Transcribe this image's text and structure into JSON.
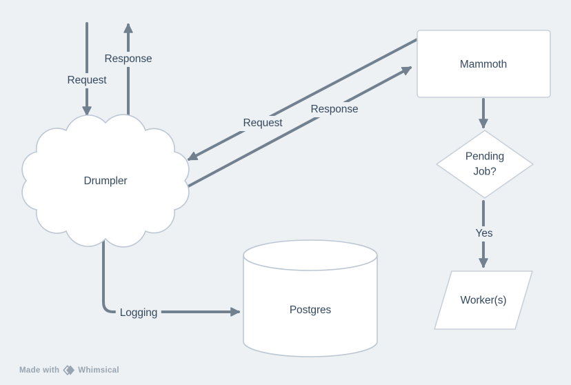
{
  "diagram": {
    "tool": "Whimsical",
    "colors": {
      "background": "#edf1f4",
      "connector": "#72818f",
      "shape_fill": "#ffffff",
      "shape_border": "#c5ced8",
      "text": "#36495e",
      "footer_text": "#98a4b0"
    },
    "nodes": {
      "drumpler": {
        "label": "Drumpler",
        "shape": "cloud"
      },
      "mammoth": {
        "label": "Mammoth",
        "shape": "rectangle"
      },
      "pending_job": {
        "label": "Pending Job?",
        "shape": "diamond"
      },
      "postgres": {
        "label": "Postgres",
        "shape": "cylinder"
      },
      "workers": {
        "label": "Worker(s)",
        "shape": "parallelogram"
      }
    },
    "edges": {
      "top_request": {
        "label": "Request",
        "direction": "into Drumpler"
      },
      "top_response": {
        "label": "Response",
        "direction": "out of Drumpler"
      },
      "mid_request": {
        "label": "Request",
        "direction": "Mammoth to Drumpler"
      },
      "mid_response": {
        "label": "Response",
        "direction": "Drumpler to Mammoth"
      },
      "yes": {
        "label": "Yes",
        "direction": "Pending Job? to Worker(s)"
      },
      "logging": {
        "label": "Logging",
        "direction": "Drumpler to Postgres"
      }
    }
  },
  "footer": {
    "made_with": "Made with",
    "brand": "Whimsical"
  }
}
